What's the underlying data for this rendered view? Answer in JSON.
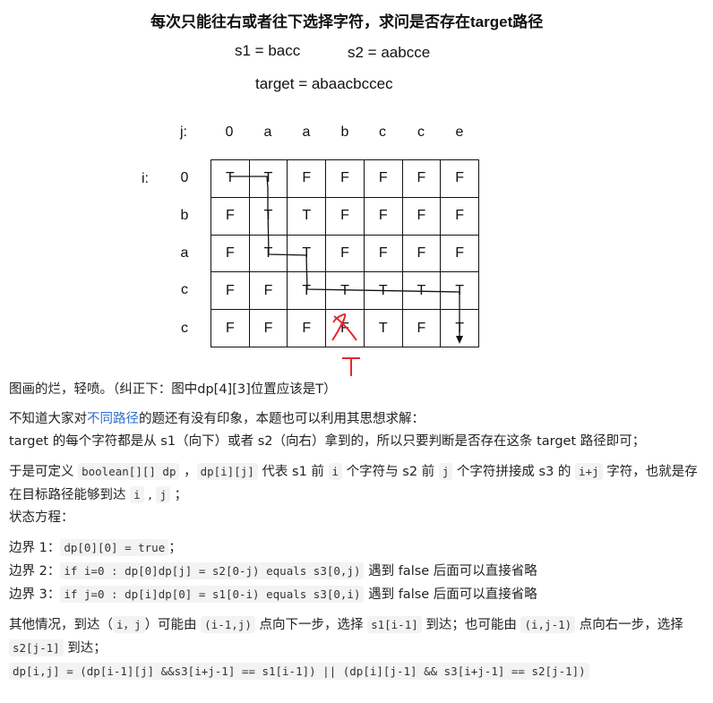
{
  "figure": {
    "title": "每次只能往右或者往下选择字符，求问是否存在target路径",
    "s1_label": "s1 = bacc",
    "s2_label": "s2 = aabcce",
    "target_label": "target = abaacbccec",
    "j_label": "j:",
    "i_label": "i:",
    "col_headers": [
      "0",
      "a",
      "a",
      "b",
      "c",
      "c",
      "e"
    ],
    "row_headers": [
      "0",
      "b",
      "a",
      "c",
      "c"
    ],
    "grid": [
      [
        "T",
        "T",
        "F",
        "F",
        "F",
        "F",
        "F"
      ],
      [
        "F",
        "T",
        "T",
        "F",
        "F",
        "F",
        "F"
      ],
      [
        "F",
        "T",
        "T",
        "F",
        "F",
        "F",
        "F"
      ],
      [
        "F",
        "F",
        "T",
        "T",
        "T",
        "T",
        "T"
      ],
      [
        "F",
        "F",
        "F",
        "F",
        "T",
        "F",
        "T"
      ]
    ],
    "correction_mark": "T",
    "accent_red": "#e8262b"
  },
  "text": {
    "p1": "图画的烂，轻喷。（纠正下：图中dp[4][3]位置应该是T）",
    "p2a": "不知道大家对",
    "p2_link": "不同路径",
    "p2b": "的题还有没有印象，本题也可以利用其思想求解：",
    "p3": "target 的每个字符都是从 s1（向下）或者 s2（向右）拿到的，所以只要判断是否存在这条 target 路径即可；",
    "p4a": "于是可定义 ",
    "p4_code1": "boolean[][] dp",
    "p4b": " ，",
    "p4_code2": "dp[i][j]",
    "p4c": " 代表 s1 前 ",
    "p4_code3": "i",
    "p4d": " 个字符与 s2 前 ",
    "p4_code4": "j",
    "p4e": " 个字符拼接成 s3 的 ",
    "p4_code5": "i+j",
    "p4f": " 字符，也就是存在目标路径能够到达 ",
    "p4_code6": "i",
    "p4g": " , ",
    "p4_code7": "j",
    "p4h": " ；",
    "p5": "状态方程：",
    "b1a": "边界 1：",
    "b1_code": "dp[0][0] = true",
    "b1b": "；",
    "b2a": "边界 2：",
    "b2_code": "if i=0 : dp[0]dp[j] = s2[0-j) equals s3[0,j)",
    "b2b": " 遇到 false 后面可以直接省略",
    "b3a": "边界 3：",
    "b3_code": "if j=0 : dp[i]dp[0] = s1[0-i) equals s3[0,i)",
    "b3b": " 遇到 false 后面可以直接省略",
    "p6a": "其他情况，到达（",
    "p6_code1": "i，j",
    "p6b": "）可能由 ",
    "p6_code2": "(i-1,j)",
    "p6c": " 点向下一步，选择 ",
    "p6_code3": "s1[i-1]",
    "p6d": " 到达；也可能由 ",
    "p6_code4": "(i,j-1)",
    "p6e": " 点向右一步，选择 ",
    "p6_code5": "s2[j-1]",
    "p6f": " 到达；",
    "formula": "dp[i,j] = (dp[i-1][j] &&s3[i+j-1] == s1[i-1]) || (dp[i][j-1] && s3[i+j-1] == s2[j-1])"
  }
}
